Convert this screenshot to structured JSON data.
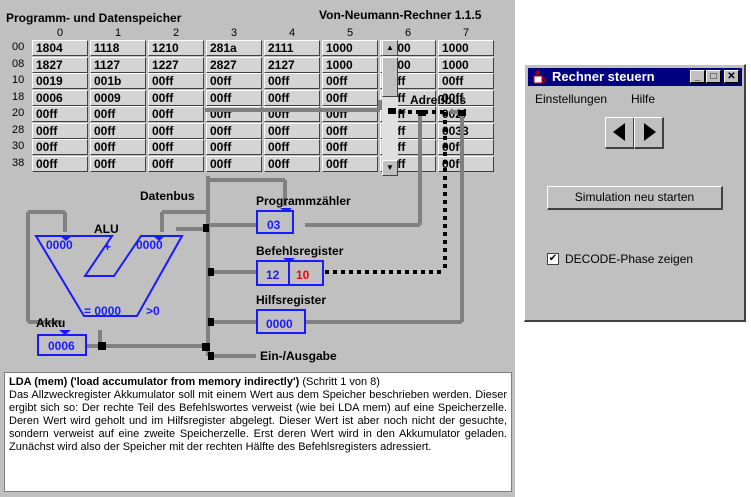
{
  "main": {
    "memory_title": "Programm- und Datenspeicher",
    "app_title": "Von-Neumann-Rechner 1.1.5",
    "col_headers": [
      "0",
      "1",
      "2",
      "3",
      "4",
      "5",
      "6",
      "7"
    ],
    "rows": [
      {
        "addr": "00",
        "cells": [
          "1804",
          "1118",
          "1210",
          "281a",
          "2111",
          "1000",
          "1000",
          "1000"
        ]
      },
      {
        "addr": "08",
        "cells": [
          "1827",
          "1127",
          "1227",
          "2827",
          "2127",
          "1000",
          "1000",
          "1000"
        ]
      },
      {
        "addr": "10",
        "cells": [
          "0019",
          "001b",
          "00ff",
          "00ff",
          "00ff",
          "00ff",
          "00ff",
          "00ff"
        ]
      },
      {
        "addr": "18",
        "cells": [
          "0006",
          "0009",
          "00ff",
          "00ff",
          "00ff",
          "00ff",
          "00ff",
          "00ff"
        ]
      },
      {
        "addr": "20",
        "cells": [
          "00ff",
          "00ff",
          "00ff",
          "00ff",
          "00ff",
          "00ff",
          "00ff",
          "002f"
        ]
      },
      {
        "addr": "28",
        "cells": [
          "00ff",
          "00ff",
          "00ff",
          "00ff",
          "00ff",
          "00ff",
          "00ff",
          "0033"
        ]
      },
      {
        "addr": "30",
        "cells": [
          "00ff",
          "00ff",
          "00ff",
          "00ff",
          "00ff",
          "00ff",
          "00ff",
          "00ff"
        ]
      },
      {
        "addr": "38",
        "cells": [
          "00ff",
          "00ff",
          "00ff",
          "00ff",
          "00ff",
          "00ff",
          "00ff",
          "00ff"
        ]
      }
    ],
    "datenbus_label": "Datenbus",
    "adressbus_label": "Adreßbus",
    "alu_label": "ALU",
    "alu_left": "0000",
    "alu_op": "+",
    "alu_right": "0000",
    "alu_result": "= 0000",
    "alu_flag": ">0",
    "akku_label": "Akku",
    "akku_value": "0006",
    "pc_label": "Programmzähler",
    "pc_value": "03",
    "ir_label": "Befehlsregister",
    "ir_left": "12",
    "ir_right": "10",
    "hr_label": "Hilfsregister",
    "hr_value": "0000",
    "io_label": "Ein-/Ausgabe",
    "colors": {
      "register_blue": "#1a1aff",
      "highlight_red": "#ff0000",
      "bus_gray": "#808080"
    }
  },
  "description": {
    "heading": "LDA (mem) ('load accumulator from memory indirectly')",
    "step": " (Schritt 1 von 8)",
    "text": "Das Allzweckregister Akkumulator soll mit einem Wert aus dem Speicher beschrieben werden. Dieser ergibt sich so: Der rechte Teil des Befehlswortes verweist (wie bei LDA mem) auf eine Speicherzelle. Deren Wert wird geholt und im Hilfsregister abgelegt. Dieser Wert ist aber noch nicht der gesuchte, sondern verweist auf eine zweite Speicherzelle. Erst deren Wert wird in den Akkumulator geladen. Zunächst wird also der Speicher mit der rechten Hälfte des Befehlsregisters adressiert."
  },
  "control": {
    "title": "Rechner steuern",
    "menu": [
      "Einstellungen",
      "Hilfe"
    ],
    "restart_label": "Simulation neu starten",
    "decode_label": "DECODE-Phase zeigen",
    "decode_checked": "✔"
  }
}
